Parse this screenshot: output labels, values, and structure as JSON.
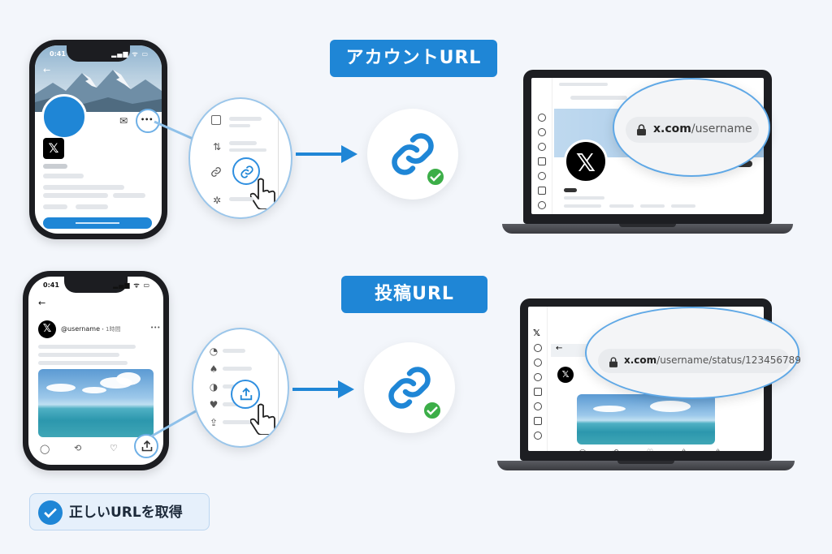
{
  "section1": {
    "label": "アカウントURL"
  },
  "section2": {
    "label": "投稿URL"
  },
  "phone1": {
    "time": "0:41",
    "signal": "▂▄▆ ᯤ ▭",
    "logo": "𝕏"
  },
  "phone2": {
    "time": "0:41",
    "signal": "▂▄▆ ᯤ ▭",
    "username": "@username",
    "post_time": "・1時間",
    "logo": "𝕏"
  },
  "laptop1": {
    "url_host": "x.com",
    "url_path": "/username",
    "logo": "𝕏"
  },
  "laptop2": {
    "url_host": "x.com",
    "url_path": "/username/status/123456789",
    "logo": "𝕏",
    "sidebar_logo": "𝕏"
  },
  "footer": {
    "label": "正しいURLを取得"
  },
  "colors": {
    "accent": "#1f86d6",
    "success": "#3cae48",
    "background": "#f3f6fb"
  },
  "icons": {
    "back": "←",
    "more": "•••",
    "mail": "✉",
    "link": "🔗",
    "share": "⇪",
    "comment": "◯",
    "retweet": "⟲",
    "like": "♡",
    "lock": "🔒"
  }
}
